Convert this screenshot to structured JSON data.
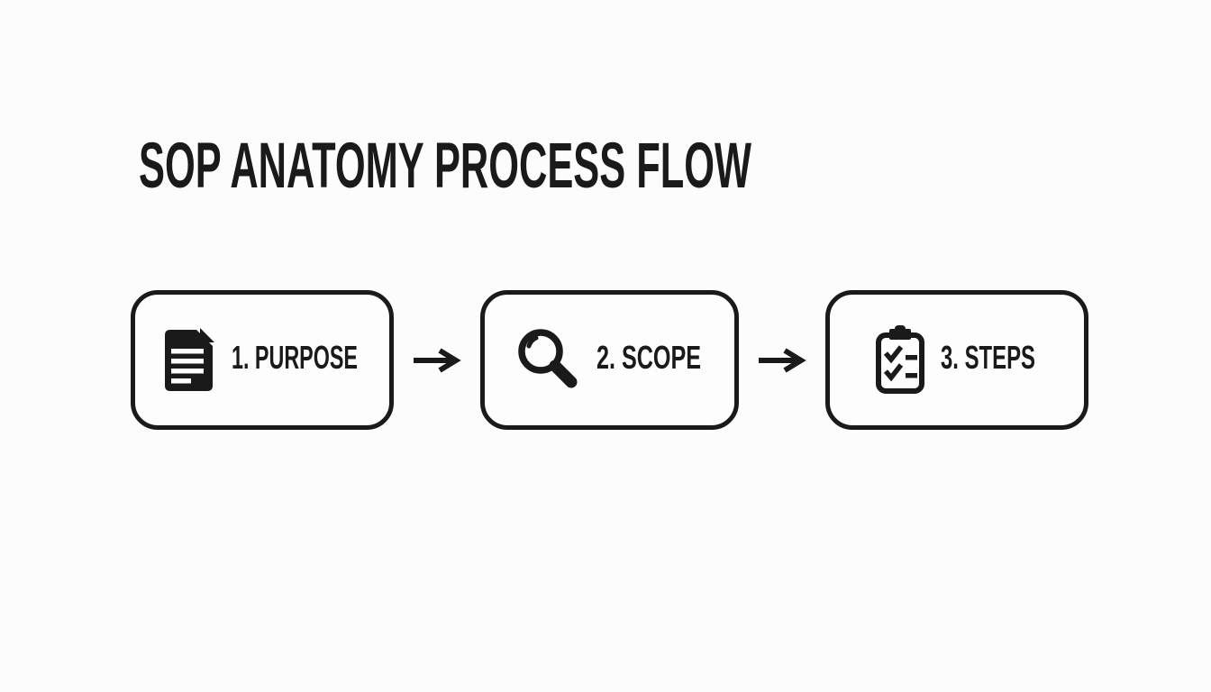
{
  "page": {
    "background": "#fcfcfc",
    "surface": "#fdfdfd",
    "ink": "#1a1a1a"
  },
  "title": "SOP ANATOMY PROCESS FLOW",
  "flow": {
    "connector": "right-arrow",
    "steps": [
      {
        "label": "1. PURPOSE",
        "icon": "document-icon"
      },
      {
        "label": "2. SCOPE",
        "icon": "magnifier-icon"
      },
      {
        "label": "3. STEPS",
        "icon": "checklist-clipboard-icon"
      }
    ]
  }
}
